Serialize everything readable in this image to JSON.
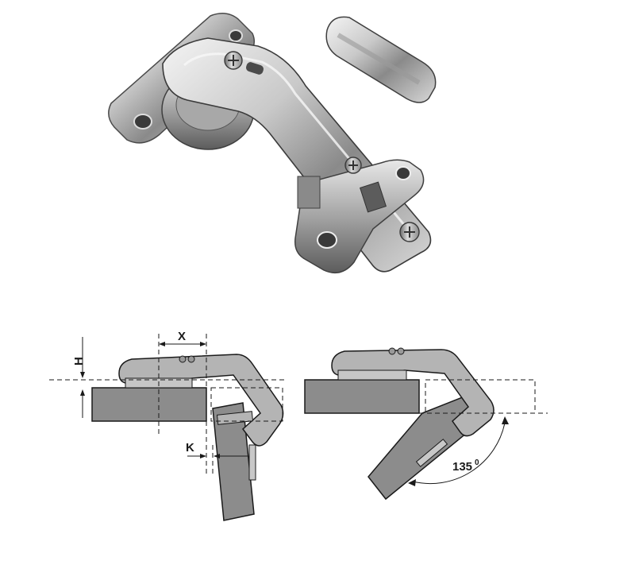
{
  "labels": {
    "x": "X",
    "h": "H",
    "k": "K",
    "angle": "135",
    "angle_unit": "0"
  },
  "colors": {
    "board": "#8c8c8c",
    "board_dark": "#6f6f6f",
    "hinge_arm": "#b4b4b4",
    "hinge_light": "#d6d6d6",
    "line": "#1a1a1a",
    "chrome_light": "#f2f2f2",
    "chrome_mid": "#b9b9b9",
    "chrome_dark": "#5d5d5d"
  }
}
